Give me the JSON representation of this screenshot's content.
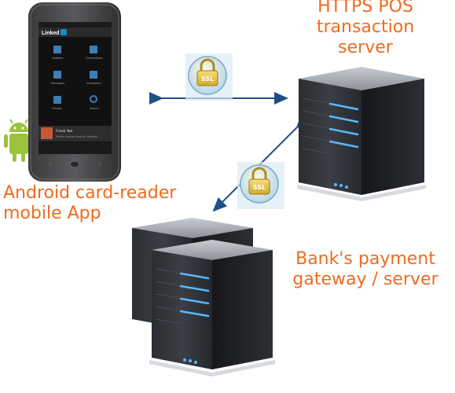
{
  "labels": {
    "pos_server": [
      "HTTPS POS",
      "transaction",
      "server"
    ],
    "mobile_app": [
      "Android card-reader",
      "mobile App"
    ],
    "bank_server": [
      "Bank's payment",
      "gateway / server"
    ]
  },
  "phone": {
    "app_header": "Linked",
    "menu": [
      "Updates",
      "Connections",
      "Messages",
      "Invitations",
      "Groups",
      "Search"
    ],
    "notification_title": "Frank Yee",
    "notification_text": "Mobile Design Lead at LinkedIn"
  },
  "badges": {
    "ssl_text": "SSL"
  },
  "colors": {
    "accent": "#f06a1e",
    "arrow": "#1f4f87",
    "server_led": "#59b8ff"
  }
}
